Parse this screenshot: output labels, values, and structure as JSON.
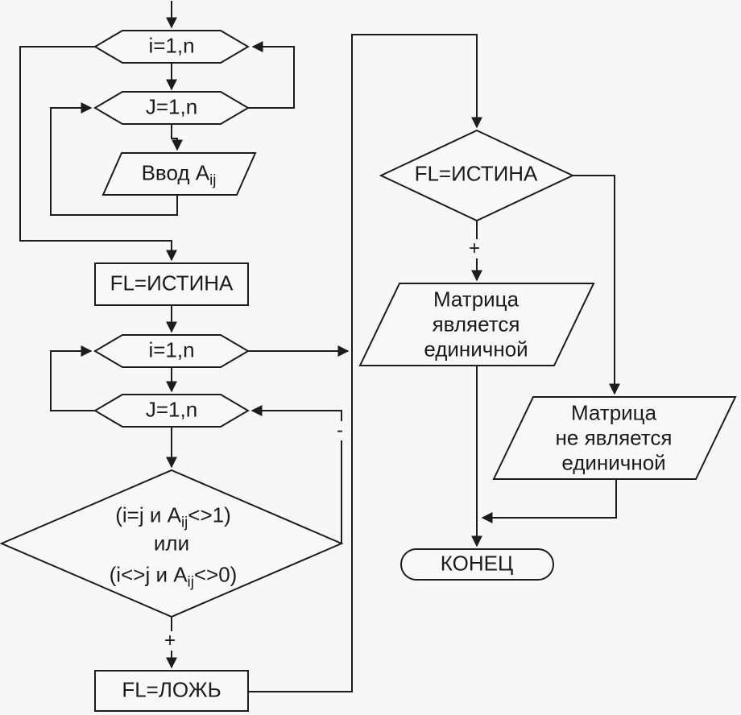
{
  "diagram": {
    "description": "flowchart",
    "colors": {
      "background": "#f7f7f7",
      "line": "#1c1c1c",
      "text": "#1b1b1b"
    },
    "nodes": {
      "loop1_i": {
        "label": "i=1,n"
      },
      "loop1_j": {
        "label": "J=1,n"
      },
      "input_aij": {
        "text": "Ввод A",
        "subscript": "ij"
      },
      "set_true": {
        "label": "FL=ИСТИНА"
      },
      "loop2_i": {
        "label": "i=1,n"
      },
      "loop2_j": {
        "label": "J=1,n"
      },
      "condition": {
        "line1_pre": "(i=j и A",
        "line1_sub": "ij",
        "line1_post": "<>1)",
        "line2": "или",
        "line3_pre": "(i<>j и A",
        "line3_sub": "ij",
        "line3_post": "<>0)"
      },
      "set_false": {
        "label": "FL=ЛОЖЬ"
      },
      "check_flag": {
        "label": "FL=ИСТИНА"
      },
      "out_identity": {
        "lines": [
          "Матрица",
          "является",
          "единичной"
        ]
      },
      "out_not_identity": {
        "lines": [
          "Матрица",
          "не является",
          "единичной"
        ]
      },
      "end": {
        "label": "КОНЕЦ"
      }
    },
    "edge_labels": {
      "condition_true": "+",
      "condition_false": "-",
      "flag_true": "+"
    }
  }
}
